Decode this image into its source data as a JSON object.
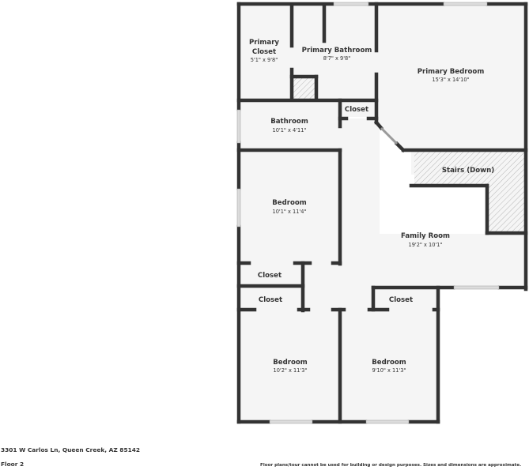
{
  "floor_plan": {
    "address": "3301 W Carlos Ln, Queen Creek, AZ 85142",
    "floor": "Floor 2",
    "disclaimer": "Floor plans/tour cannot be used for building or design purposes. Sizes and dimensions are approximate.",
    "colors": {
      "wall": "#333333",
      "floor": "#f5f5f5",
      "window": "#d9d9d9",
      "hatch": "#b0b0b0",
      "text": "#333333"
    },
    "rooms": {
      "primary_closet": {
        "name_line1": "Primary",
        "name_line2": "Closet",
        "dims": "5'1\" x 9'8\""
      },
      "primary_bathroom": {
        "name": "Primary Bathroom",
        "dims": "8'7\" x 9'8\""
      },
      "primary_bedroom": {
        "name": "Primary Bedroom",
        "dims": "15'3\" x 14'10\""
      },
      "hall_closet": {
        "name": "Closet"
      },
      "bathroom": {
        "name": "Bathroom",
        "dims": "10'1\" x 4'11\""
      },
      "stairs": {
        "name": "Stairs (Down)"
      },
      "bedroom_1": {
        "name": "Bedroom",
        "dims": "10'1\" x 11'4\""
      },
      "family_room": {
        "name": "Family Room",
        "dims": "19'2\" x 10'1\""
      },
      "closet_1": {
        "name": "Closet"
      },
      "closet_2": {
        "name": "Closet"
      },
      "closet_3": {
        "name": "Closet"
      },
      "bedroom_2": {
        "name": "Bedroom",
        "dims": "10'2\" x 11'3\""
      },
      "bedroom_3": {
        "name": "Bedroom",
        "dims": "9'10\" x 11'3\""
      }
    }
  }
}
